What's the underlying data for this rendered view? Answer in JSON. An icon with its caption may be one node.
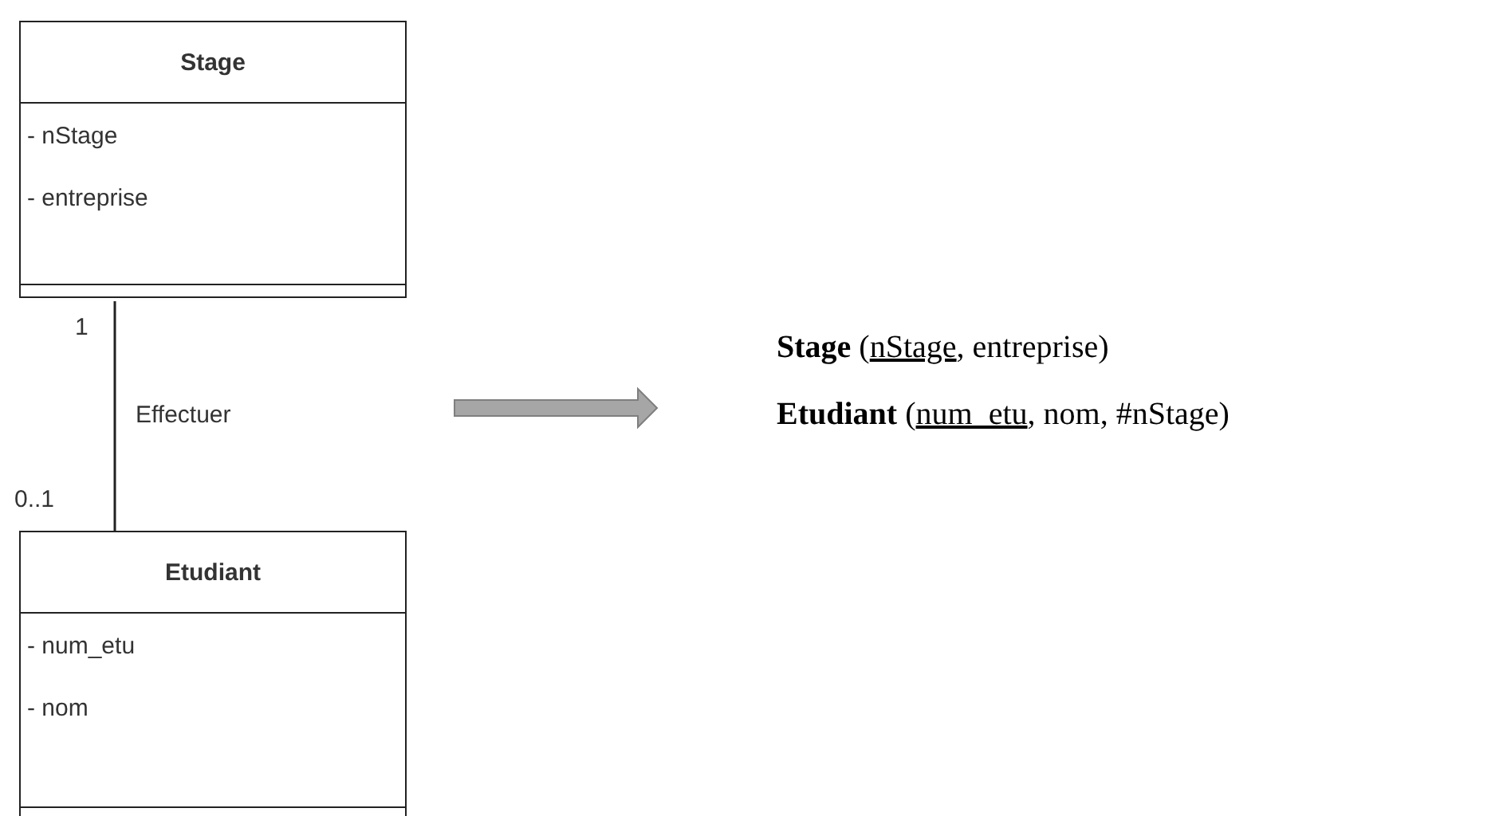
{
  "diagram": {
    "nodes": [
      {
        "text": [
          "Stage",
          "- nStage",
          "- entreprise"
        ]
      },
      {
        "text": [
          "Etudiant",
          "- num_etu",
          "- nom"
        ]
      }
    ],
    "edges": [
      {
        "from": 0,
        "to": 1,
        "arrow": "none",
        "label": "Effectuer"
      }
    ],
    "labels": [
      "1",
      "0..1",
      "**Stage** (nStage, entreprise)",
      "**Etudiant** (num_etu, nom, #nStage)"
    ]
  }
}
